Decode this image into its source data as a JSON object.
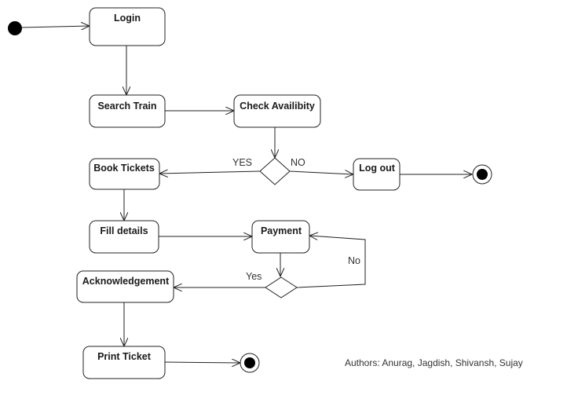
{
  "diagram": {
    "activities": {
      "login": "Login",
      "search_train": "Search Train",
      "check_availability": "Check Availibity",
      "book_tickets": "Book Tickets",
      "log_out": "Log out",
      "fill_details": "Fill details",
      "payment": "Payment",
      "acknowledgement": "Acknowledgement",
      "print_ticket": "Print Ticket"
    },
    "guards": {
      "availability_yes": "YES",
      "availability_no": "NO",
      "payment_yes": "Yes",
      "payment_no": "No"
    },
    "authors": "Authors: Anurag, Jagdish, Shivansh, Sujay"
  }
}
